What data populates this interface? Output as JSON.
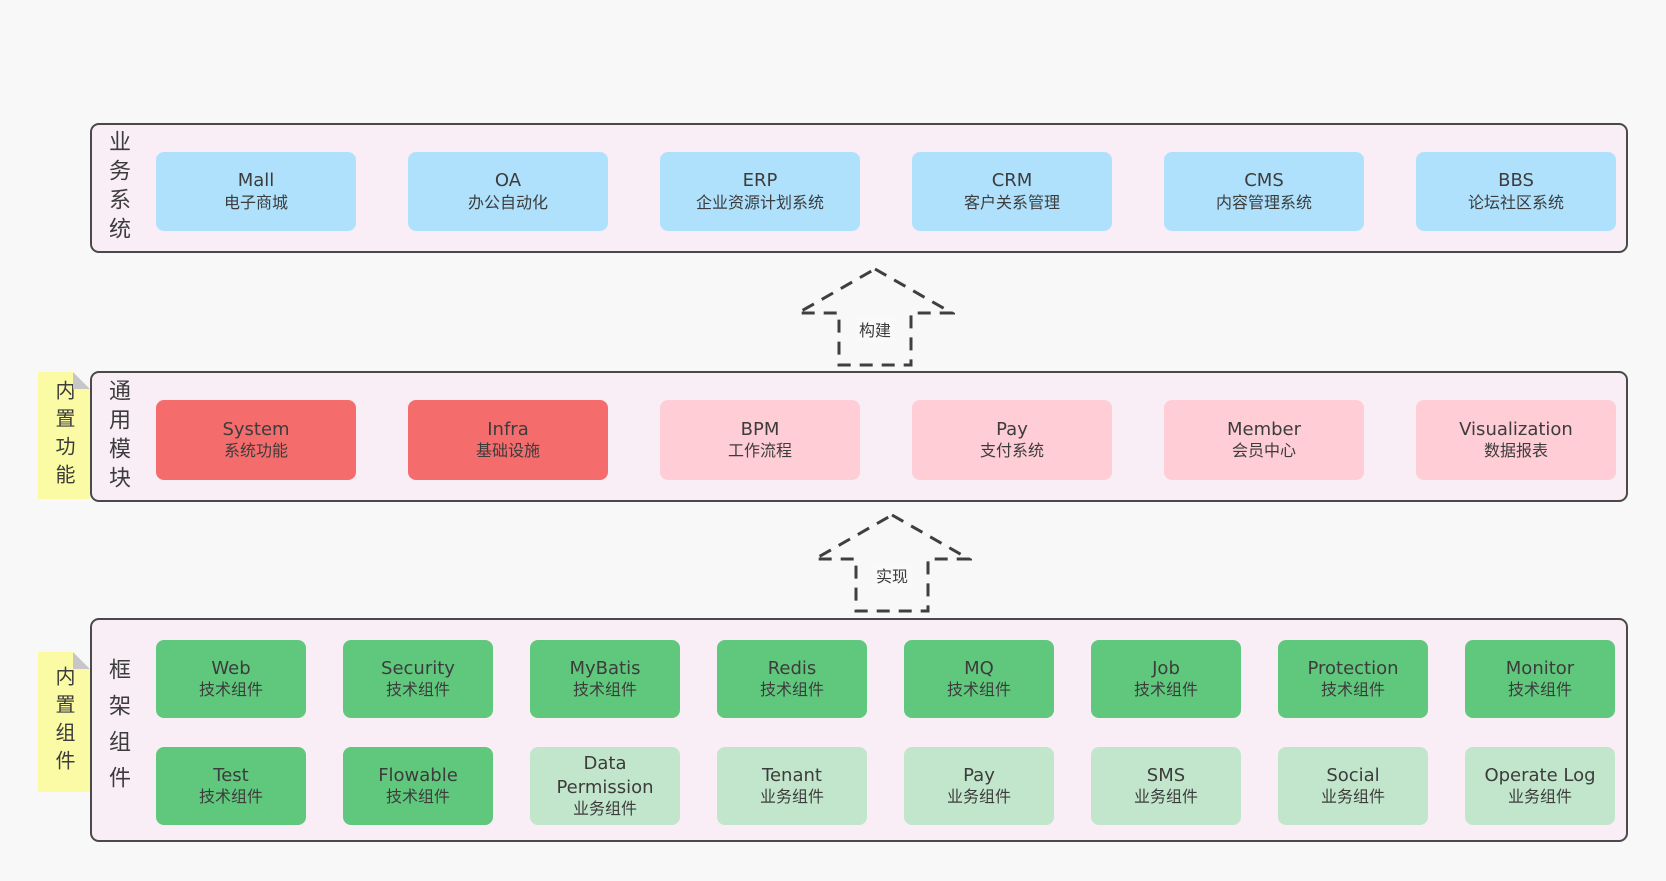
{
  "colors": {
    "page_bg": "#f8f8f8",
    "container_bg": "#f9edf6",
    "container_border": "#4a4a4a",
    "node_blue": "#afe1fc",
    "node_red": "#f56c6c",
    "node_pink": "#fecdd5",
    "node_green": "#60c87c",
    "node_green_light": "#c2e6cb",
    "note_yellow": "#fbfba5",
    "note_fold_gray": "#c6c6c6",
    "text": "#3c3c3c"
  },
  "layers": [
    {
      "side_label": "业务系统",
      "rows": [
        [
          {
            "name": "Mall",
            "desc": "电子商城",
            "variant": "blue"
          },
          {
            "name": "OA",
            "desc": "办公自动化",
            "variant": "blue"
          },
          {
            "name": "ERP",
            "desc": "企业资源计划系统",
            "variant": "blue"
          },
          {
            "name": "CRM",
            "desc": "客户关系管理",
            "variant": "blue"
          },
          {
            "name": "CMS",
            "desc": "内容管理系统",
            "variant": "blue"
          },
          {
            "name": "BBS",
            "desc": "论坛社区系统",
            "variant": "blue"
          }
        ]
      ]
    },
    {
      "side_label": "通用模块",
      "note": "内置功能",
      "rows": [
        [
          {
            "name": "System",
            "desc": "系统功能",
            "variant": "red"
          },
          {
            "name": "Infra",
            "desc": "基础设施",
            "variant": "red"
          },
          {
            "name": "BPM",
            "desc": "工作流程",
            "variant": "pink"
          },
          {
            "name": "Pay",
            "desc": "支付系统",
            "variant": "pink"
          },
          {
            "name": "Member",
            "desc": "会员中心",
            "variant": "pink"
          },
          {
            "name": "Visualization",
            "desc": "数据报表",
            "variant": "pink"
          }
        ]
      ]
    },
    {
      "side_label": "框架组件",
      "note": "内置组件",
      "rows": [
        [
          {
            "name": "Web",
            "desc": "技术组件",
            "variant": "green"
          },
          {
            "name": "Security",
            "desc": "技术组件",
            "variant": "green"
          },
          {
            "name": "MyBatis",
            "desc": "技术组件",
            "variant": "green"
          },
          {
            "name": "Redis",
            "desc": "技术组件",
            "variant": "green"
          },
          {
            "name": "MQ",
            "desc": "技术组件",
            "variant": "green"
          },
          {
            "name": "Job",
            "desc": "技术组件",
            "variant": "green"
          },
          {
            "name": "Protection",
            "desc": "技术组件",
            "variant": "green"
          },
          {
            "name": "Monitor",
            "desc": "技术组件",
            "variant": "green"
          }
        ],
        [
          {
            "name": "Test",
            "desc": "技术组件",
            "variant": "green"
          },
          {
            "name": "Flowable",
            "desc": "技术组件",
            "variant": "green"
          },
          {
            "name": "Data Permission",
            "desc": "业务组件",
            "variant": "green-light"
          },
          {
            "name": "Tenant",
            "desc": "业务组件",
            "variant": "green-light"
          },
          {
            "name": "Pay",
            "desc": "业务组件",
            "variant": "green-light"
          },
          {
            "name": "SMS",
            "desc": "业务组件",
            "variant": "green-light"
          },
          {
            "name": "Social",
            "desc": "业务组件",
            "variant": "green-light"
          },
          {
            "name": "Operate Log",
            "desc": "业务组件",
            "variant": "green-light"
          }
        ]
      ]
    }
  ],
  "arrows": [
    {
      "label": "构建"
    },
    {
      "label": "实现"
    }
  ]
}
